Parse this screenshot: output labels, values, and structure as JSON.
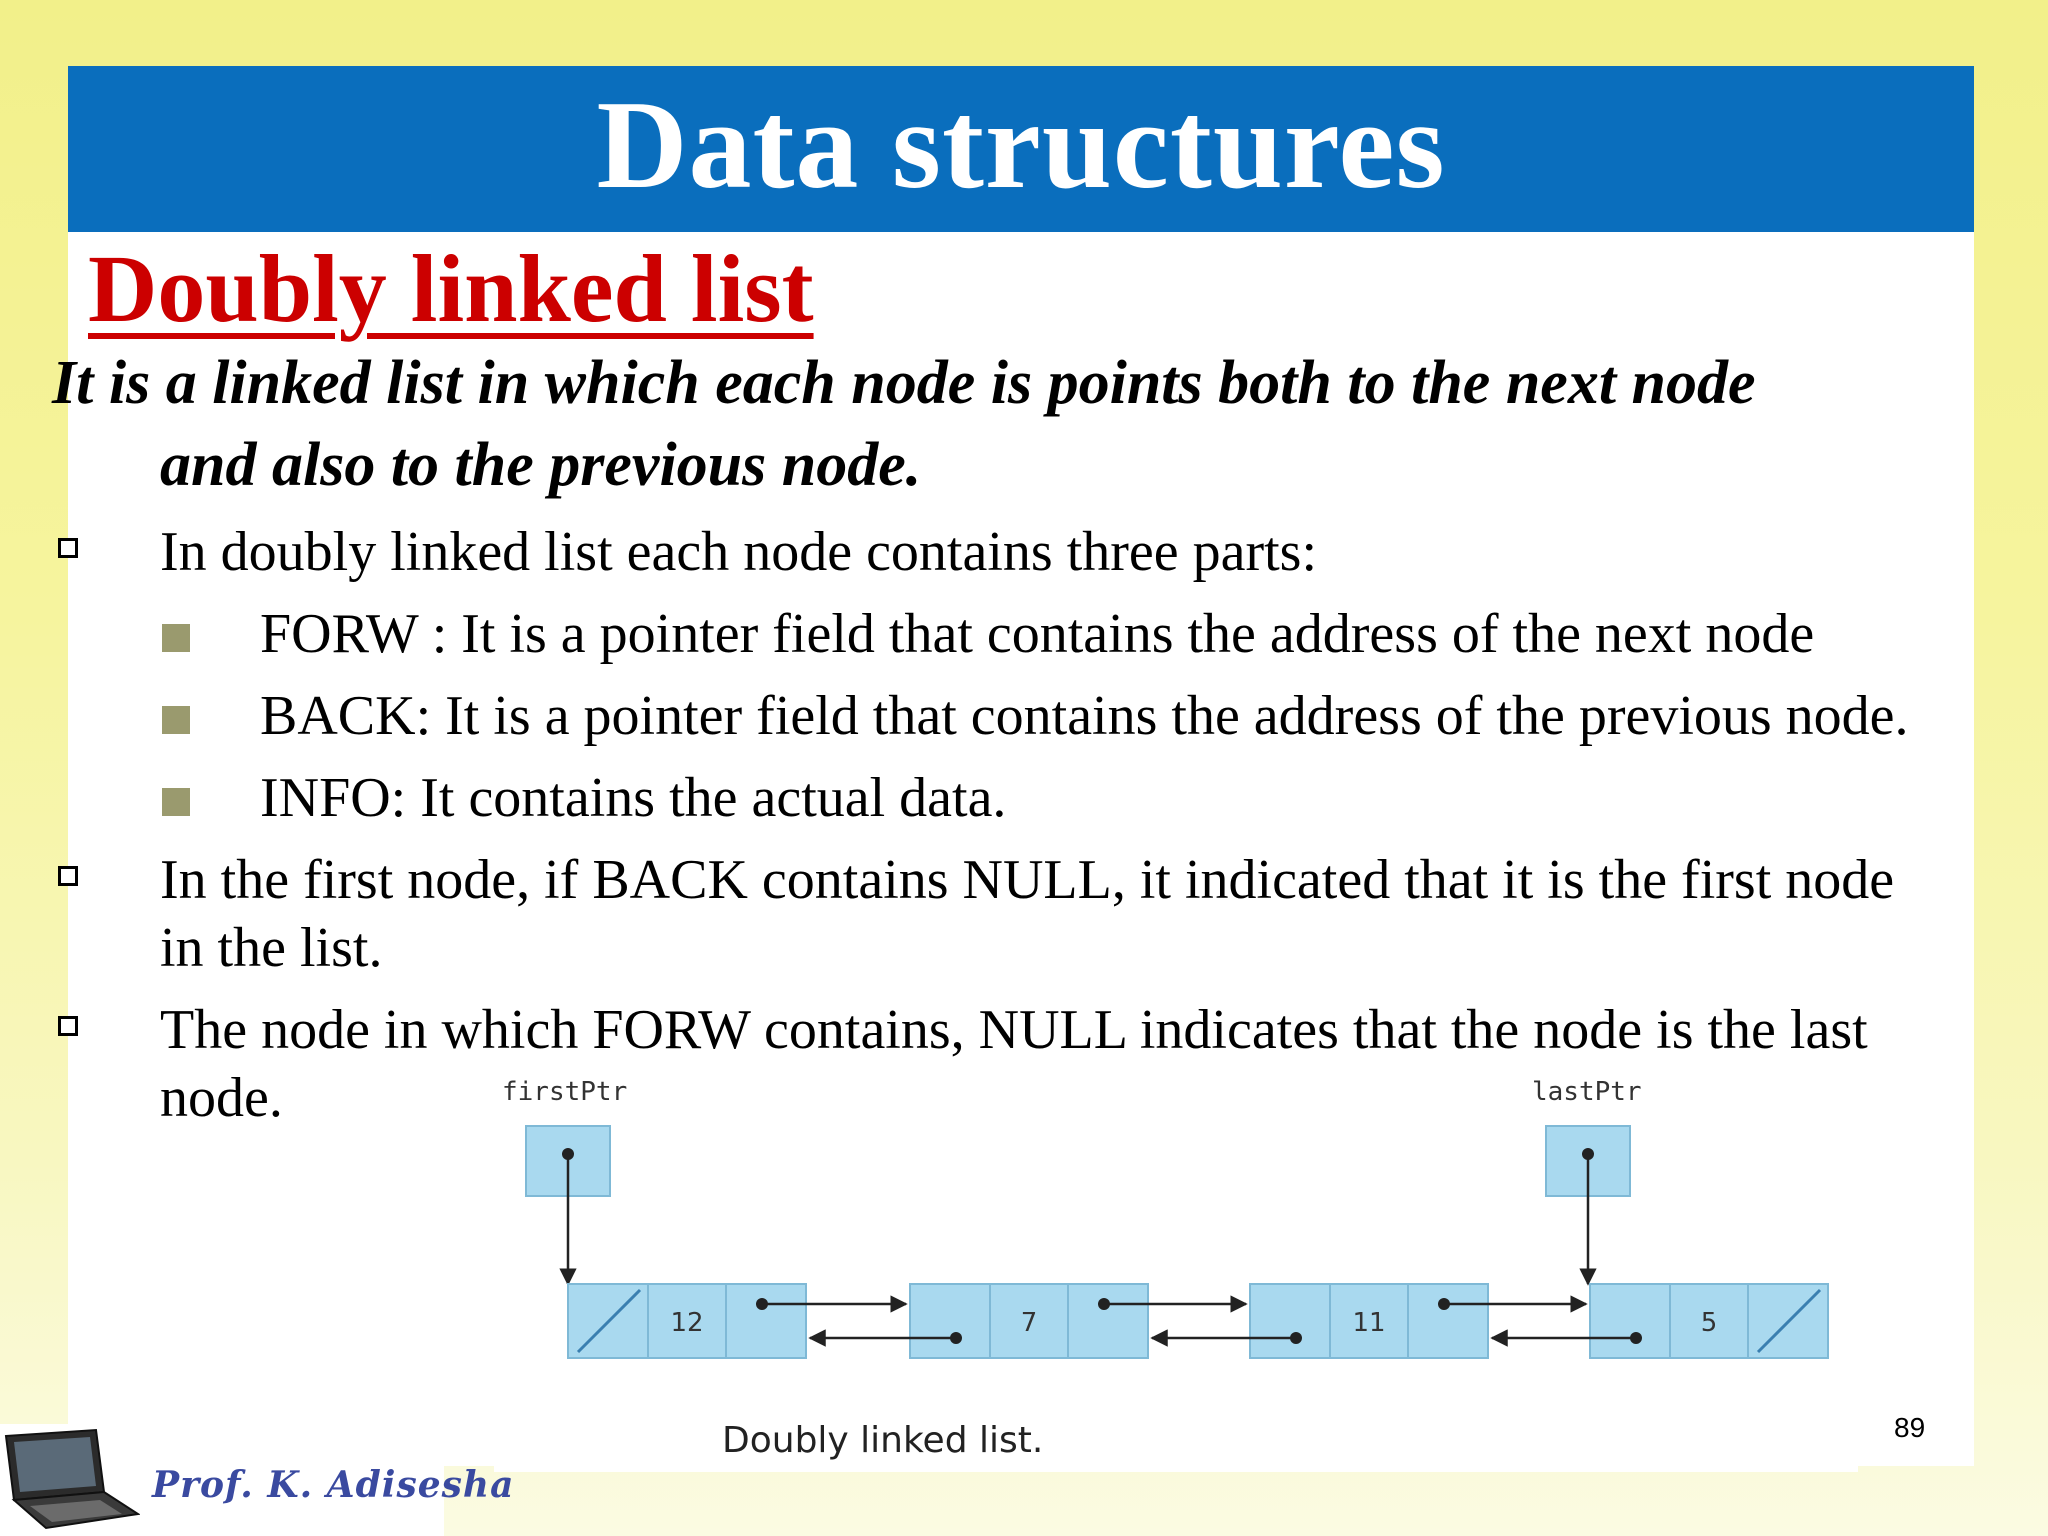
{
  "title": "Data structures",
  "subtitle": "Doubly linked list",
  "definition": {
    "line1": "It is a linked list in which each node is points both to the next node",
    "line2": "and also to the previous node."
  },
  "bullets": {
    "b1": "In doubly linked list each node contains three parts:",
    "sub": [
      "FORW : It is a pointer field that contains the address of the next node",
      "BACK: It is a pointer field that contains the address of the previous node.",
      "INFO: It contains the actual data."
    ],
    "b2_line1": "In the first node, if BACK contains NULL, it indicated that it is the first node",
    "b2_line2": "in the list.",
    "b3_line1": "The node in which FORW contains, NULL indicates that the node is the last",
    "b3_line2": "node."
  },
  "diagram": {
    "first_ptr_label": "firstPtr",
    "last_ptr_label": "lastPtr",
    "node_values": [
      "12",
      "7",
      "11",
      "5"
    ],
    "caption": "Doubly linked list.",
    "node_color": "#a9d9ef"
  },
  "footer": {
    "author": "Prof. K. Adisesha",
    "page_number": "89"
  }
}
